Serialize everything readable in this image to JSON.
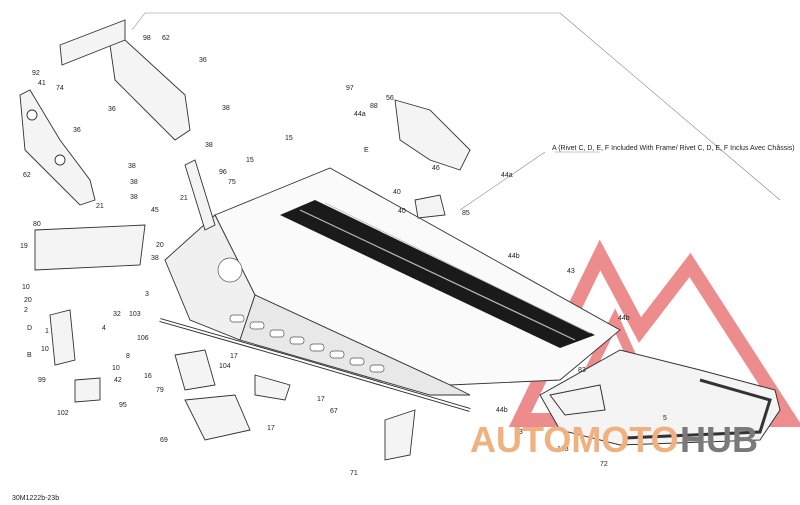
{
  "caption": "A (Rivet C, D, E, F Included With Frame/ Rivet C, D, E, F Inclus Avec Châssis)",
  "drawing_code": "30M1222b-23b",
  "watermark": {
    "part1": "AUTOMOTO",
    "part2": "HUB",
    "color_orange": "#f0b080",
    "color_gray": "#7a7a7a",
    "color_red": "#e05050"
  },
  "callouts": {
    "c98": "98",
    "c62a": "62",
    "c36a": "36",
    "c92": "92",
    "c41": "41",
    "c74": "74",
    "c97": "97",
    "c56": "56",
    "c88": "88",
    "c44a1": "44a",
    "c36b": "36",
    "c38a": "38",
    "c36c": "36",
    "c15a": "15",
    "c38b": "38",
    "c15b": "15",
    "c96": "96",
    "c75": "75",
    "cE": "E",
    "c46": "46",
    "c44a2": "44a",
    "c62b": "62",
    "c38c": "38",
    "c38d": "38",
    "c21a": "21",
    "c40a": "40",
    "c21b": "21",
    "c38e": "38",
    "c40b": "40",
    "c85": "85",
    "c45": "45",
    "c80": "80",
    "c19": "19",
    "c20a": "20",
    "c38f": "38",
    "c44b1": "44b",
    "c43": "43",
    "c3": "3",
    "c10a": "10",
    "c20b": "20",
    "c2": "2",
    "c32": "32",
    "c103": "103",
    "c44b2": "44b",
    "cD": "D",
    "c1": "1",
    "c4": "4",
    "c106": "106",
    "cB": "B",
    "c10b": "10",
    "c99": "99",
    "c8": "8",
    "c17a": "17",
    "c83": "83",
    "c42": "42",
    "c10c": "10",
    "c16": "16",
    "c104": "104",
    "c79": "79",
    "c95": "95",
    "c102": "102",
    "c17b": "17",
    "c67": "67",
    "c44b3": "44b",
    "c73": "73",
    "c5": "5",
    "c17c": "17",
    "c69": "69",
    "c108": "108",
    "c72": "72",
    "c71": "71"
  }
}
